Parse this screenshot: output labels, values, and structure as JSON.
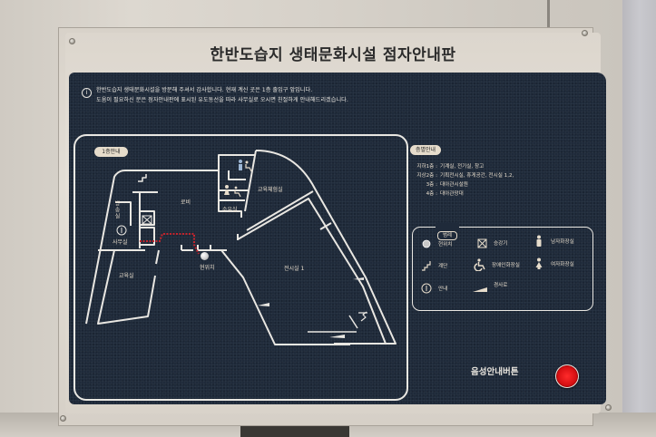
{
  "sign": {
    "title": "한반도습지 생태문화시설 점자안내판",
    "intro": {
      "icon": "info-icon",
      "lines": [
        "한반도습지 생태문화시설을 방문해 주셔서 감사합니다. 현재 계신 곳은 1층 출입구 앞입니다.",
        "도움이 필요하신 분은 점자안내판에 표시된 유도동선을 따라 사무실로 오시면 친절하게 안내해드리겠습니다."
      ]
    },
    "map": {
      "floor_badge": "1층안내",
      "rooms": {
        "lobby": "로비",
        "office": "사무실",
        "broadcast": "방송실",
        "nursing": "수유실",
        "education_experience": "교육체험실",
        "exhibition1": "전시실 1",
        "classroom": "교육실",
        "current_location": "현위치"
      }
    },
    "floor_guide": {
      "badge": "층별안내",
      "rows": [
        {
          "floor": "지하1층 :",
          "rooms": "기계실, 전기실, 창고"
        },
        {
          "floor": "지상2층 :",
          "rooms": "기획전시실, 휴게공간, 전시실 1,2,"
        },
        {
          "floor": "3층 :",
          "rooms": "대아관시설원"
        },
        {
          "floor": "4층 :",
          "rooms": "대아관망대"
        }
      ]
    },
    "legend": {
      "badge": "범례",
      "items": [
        {
          "icon": "current-location-icon",
          "label": "현위치"
        },
        {
          "icon": "elevator-icon",
          "label": "승강기"
        },
        {
          "icon": "mens-restroom-icon",
          "label": "남자화장실"
        },
        {
          "icon": "stairs-icon",
          "label": "계단"
        },
        {
          "icon": "accessible-restroom-icon",
          "label": "장애인화장실"
        },
        {
          "icon": "womens-restroom-icon",
          "label": "여자화장실"
        },
        {
          "icon": "info-icon",
          "label": "안내"
        },
        {
          "icon": "ramp-icon",
          "label": "경사로"
        }
      ]
    },
    "voice_guide": {
      "label": "음성안내버튼"
    },
    "colors": {
      "panel": "#1f2a3a",
      "line": "#e9e7e2",
      "label": "#e6dccb",
      "guide_path": "#c4242c",
      "button_red": "#d60f12",
      "plate": "#e3ded6"
    }
  }
}
